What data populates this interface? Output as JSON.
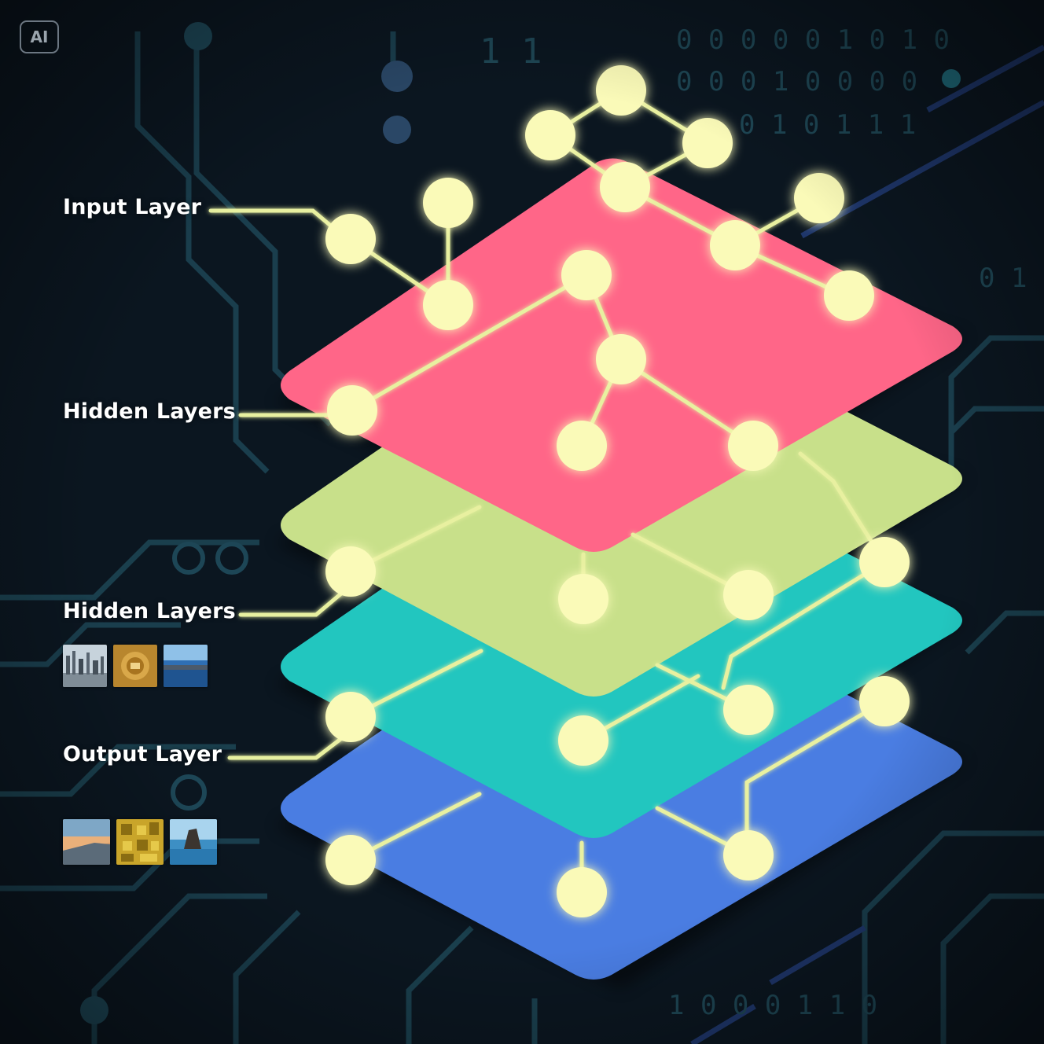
{
  "badge": {
    "text": "AI"
  },
  "labels": {
    "input": "Input Layer",
    "hidden_1": "Hidden Layers",
    "hidden_2": "Hidden Layers",
    "output": "Output Layer"
  },
  "plates": [
    {
      "color": "#ff6688"
    },
    {
      "color": "#c8e08a"
    },
    {
      "color": "#22c6bf"
    },
    {
      "color": "#4a7de2"
    }
  ],
  "colors": {
    "background": "#0b1620",
    "node": "#fafab8",
    "connector": "#e8f0a0",
    "circuit": "#1d4656"
  },
  "thumbnail_rows": [
    [
      "city-skyline-thumbnail",
      "gold-digits-thumbnail",
      "harbor-thumbnail"
    ],
    [
      "sunset-coast-thumbnail",
      "gold-pattern-thumbnail",
      "sea-rock-thumbnail"
    ]
  ]
}
